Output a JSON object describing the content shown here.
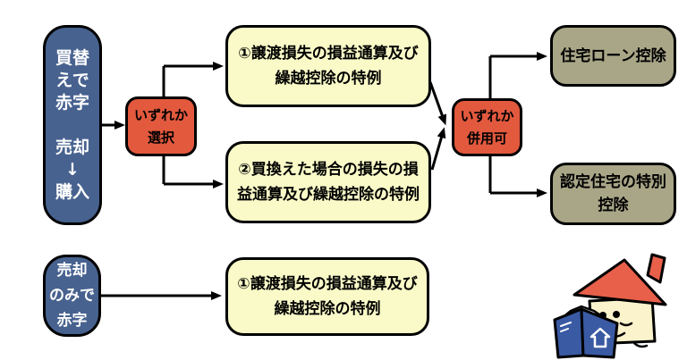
{
  "diagram": {
    "title": "housing loss / deduction flowchart",
    "colors": {
      "source_box": "#47628f",
      "decision_box": "#e2593e",
      "option_box": "#fafac8",
      "result_box": "#a9a687",
      "outline": "#000000",
      "text_on_source": "#ffffff",
      "text_default": "#000000",
      "background": "#ffffff"
    },
    "nodes": {
      "rebuy_deficit": {
        "lines": [
          "買替",
          "えで",
          "赤字",
          "",
          "売却",
          "↓",
          "購入"
        ]
      },
      "select_either": {
        "lines": [
          "いずれか",
          "選択"
        ]
      },
      "option1": {
        "lines": [
          "①譲渡損失の損益通算及び",
          "繰越控除の特例"
        ]
      },
      "option2": {
        "lines": [
          "②買換えた場合の損失の損",
          "益通算及び繰越控除の特例"
        ]
      },
      "combine_either": {
        "lines": [
          "いずれか",
          "併用可"
        ]
      },
      "loan_deduction": {
        "lines": [
          "住宅ローン控除"
        ]
      },
      "certified_deduction": {
        "lines": [
          "認定住宅の特別",
          "控除"
        ]
      },
      "sell_only_deficit": {
        "lines": [
          "売却",
          "のみで",
          "赤字"
        ]
      },
      "option1_bottom": {
        "lines": [
          "①譲渡損失の損益通算及び",
          "繰越控除の特例"
        ]
      }
    },
    "illustration": {
      "name": "house-character-reading-book",
      "roof_color": "#e8604a",
      "body_color": "#fbf3cc",
      "book_color": "#3a5aa3"
    }
  }
}
